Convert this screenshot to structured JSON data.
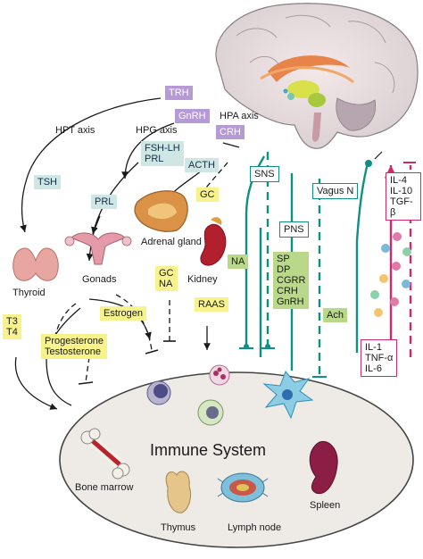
{
  "hormones": {
    "trh": "TRH",
    "gnrh": "GnRH",
    "crh": "CRH",
    "fsh_lh": "FSH-LH",
    "prl_pit": "PRL",
    "acth": "ACTH",
    "tsh": "TSH",
    "prl": "PRL",
    "gc": "GC",
    "gc_na_1": "GC",
    "gc_na_2": "NA",
    "na": "NA",
    "raas": "RAAS",
    "estrogen": "Estrogen",
    "progesterone": "Progesterone",
    "testosterone": "Testosterone",
    "t3": "T3",
    "t4": "T4",
    "neuropeptides": [
      "SP",
      "DP",
      "CGRR",
      "CRH",
      "GnRH"
    ],
    "ach": "Ach"
  },
  "axes": {
    "hpt": "HPT axis",
    "hpg": "HPG axis",
    "hpa": "HPA axis"
  },
  "nerves": {
    "sns": "SNS",
    "pns": "PNS",
    "vagus": "Vagus N"
  },
  "cytokines": {
    "anti_inflammatory": [
      "IL-4",
      "IL-10",
      "TGF-β"
    ],
    "pro_inflammatory": [
      "IL-1",
      "TNF-α",
      "IL-6"
    ]
  },
  "organs": {
    "thyroid": "Thyroid",
    "gonads": "Gonads",
    "adrenal": "Adrenal gland",
    "kidney": "Kidney"
  },
  "immune": {
    "title": "Immune System",
    "bone_marrow": "Bone marrow",
    "thymus": "Thymus",
    "lymph_node": "Lymph node",
    "spleen": "Spleen"
  },
  "colors": {
    "teal_line": "#0f8f86",
    "pink_line": "#d12a6a",
    "purple_box": "#b59ad6",
    "teal_box": "#cfe6e4",
    "yellow_box": "#f7f28c",
    "green_box": "#b9d88a"
  }
}
